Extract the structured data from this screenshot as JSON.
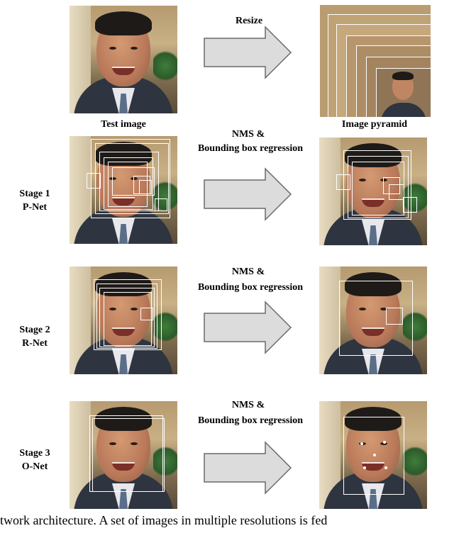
{
  "top": {
    "resize_label": "Resize",
    "test_image_label": "Test image",
    "pyramid_label": "Image pyramid"
  },
  "stages": [
    {
      "name": "Stage 1",
      "net": "P-Net",
      "op_line1": "NMS &",
      "op_line2": "Bounding box regression"
    },
    {
      "name": "Stage 2",
      "net": "R-Net",
      "op_line1": "NMS &",
      "op_line2": "Bounding box regression"
    },
    {
      "name": "Stage 3",
      "net": "O-Net",
      "op_line1": "NMS &",
      "op_line2": "Bounding box regression"
    }
  ],
  "caption": "twork architecture. A set of images in multiple resolutions is fed",
  "colors": {
    "arrow_fill": "#dcdcdc",
    "arrow_stroke": "#6a6a6a",
    "box": "#ffffff"
  }
}
